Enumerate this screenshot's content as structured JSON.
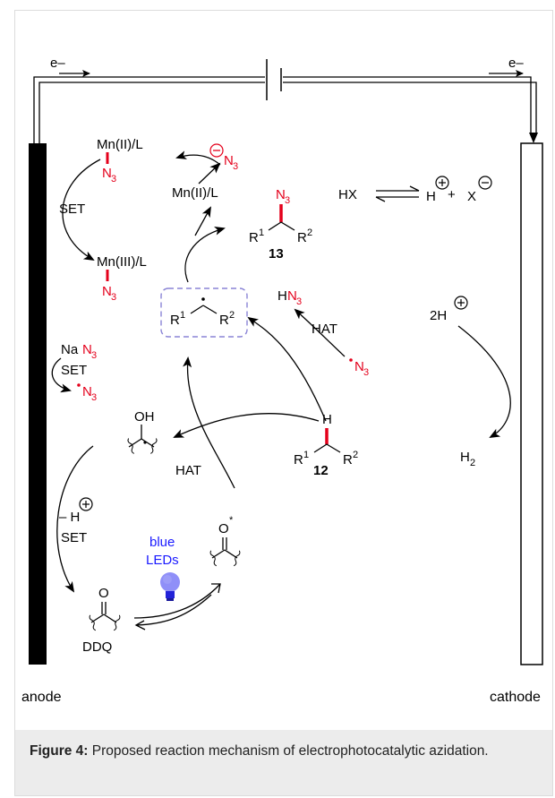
{
  "electrodes": {
    "anode": "anode",
    "cathode": "cathode",
    "electron": "e–"
  },
  "species": {
    "mn2_n3": "Mn(II)/L",
    "mn3_n3": "Mn(III)/L",
    "mn2": "Mn(II)/L",
    "n3": "N",
    "n3_sub": "3",
    "azide_anion_n3": "N",
    "nana3_prefix": "Na",
    "product_number": "13",
    "substrate_number": "12",
    "hn3_h": "H",
    "radical_r1": "R",
    "radical_r2": "R",
    "sup1": "1",
    "sup2": "2",
    "hx": "HX",
    "h_plus": "H",
    "x_minus": "X",
    "plus": "+",
    "two_h": "2H",
    "h2": "H",
    "h2_sub": "2",
    "oh": "OH",
    "o": "O",
    "o_star": "O",
    "star": "*",
    "ddq": "DDQ",
    "minus_h": "– H",
    "c_dot": "·"
  },
  "labels": {
    "set1": "SET",
    "set2": "SET",
    "set3": "SET",
    "hat1": "HAT",
    "hat2": "HAT",
    "blue": "blue",
    "leds": "LEDs"
  },
  "caption": {
    "label": "Figure 4:",
    "text": " Proposed reaction mechanism of electrophotocatalytic azidation."
  },
  "colors": {
    "red": "#e4001b",
    "blue": "#1a1aff",
    "radical_box": "#8a84d6"
  }
}
